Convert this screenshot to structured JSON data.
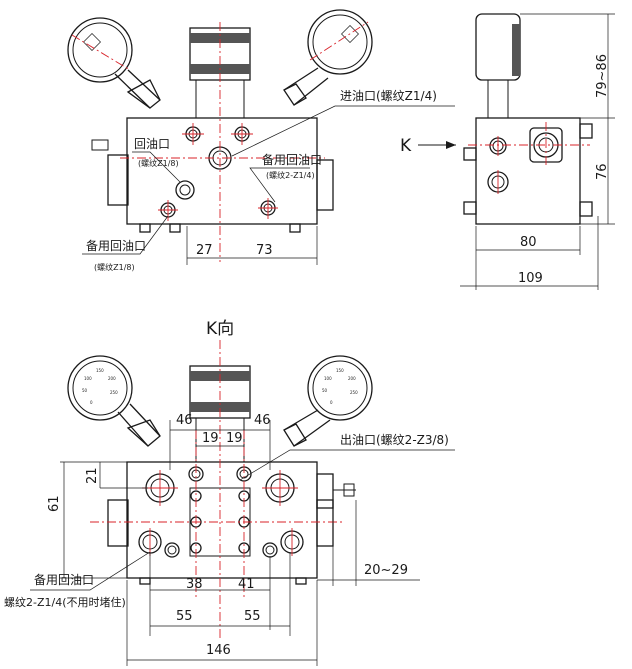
{
  "top_view": {
    "label_inlet": "进油口(螺纹Z1/4)",
    "label_return": "回油口",
    "label_return_thread": "(螺纹Z1/8)",
    "label_spare_return": "备用回油口",
    "label_spare_return_thread": "(螺纹2-Z1/4)",
    "label_spare_return_lower": "备用回油口",
    "label_spare_return_lower_thread": "(螺纹Z1/8)",
    "dim_27": "27",
    "dim_73": "73"
  },
  "side_view": {
    "arrow_label": "K",
    "dim_height_gauge": "79~86",
    "dim_76": "76",
    "dim_80": "80",
    "dim_109": "109"
  },
  "k_view": {
    "title": "K向",
    "label_outlet": "出油口(螺纹2-Z3/8)",
    "label_spare_return": "备用回油口",
    "label_spare_return_thread": "螺纹2-Z1/4(不用时堵住)",
    "dim_46_left": "46",
    "dim_46_right": "46",
    "dim_19_left": "19",
    "dim_19_right": "19",
    "dim_21": "21",
    "dim_61": "61",
    "dim_38": "38",
    "dim_41": "41",
    "dim_55_left": "55",
    "dim_55_right": "55",
    "dim_146": "146",
    "dim_20_29": "20~29"
  }
}
